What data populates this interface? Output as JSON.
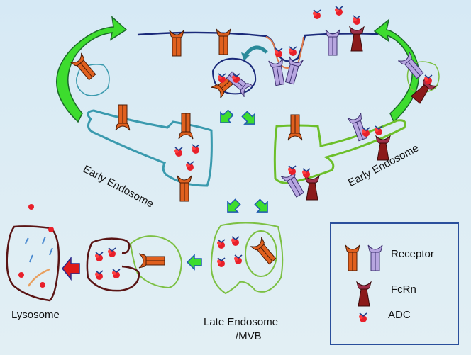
{
  "diagram": {
    "type": "cell-biology-pathway",
    "subject": "ADC internalization and intracellular trafficking",
    "labels": {
      "early_endosome_left": "Early Endosome",
      "early_endosome_right": "Early Endosome",
      "late_endosome_line1": "Late Endosome",
      "late_endosome_line2": "/MVB",
      "lysosome": "Lysosome"
    },
    "legend": {
      "items": [
        {
          "key": "receptor",
          "label": "Receptor"
        },
        {
          "key": "fcrn",
          "label": "FcRn"
        },
        {
          "key": "adc",
          "label": "ADC"
        }
      ]
    },
    "colors": {
      "receptor_orange": "#e0601e",
      "receptor_purple": "#b7a6e0",
      "fcrn": "#8b1a1a",
      "adc_red": "#e8202a",
      "adc_linker": "#1f3d8c",
      "recycle_arrow": "#3ddc2e",
      "early_endosome_left": "#3a9aae",
      "early_endosome_right": "#6cbf2a",
      "late_endosome": "#7cc043",
      "lysosome": "#5a1414",
      "membrane": "#1b2a7a",
      "lysis_arrow": "#e01a1a"
    }
  }
}
